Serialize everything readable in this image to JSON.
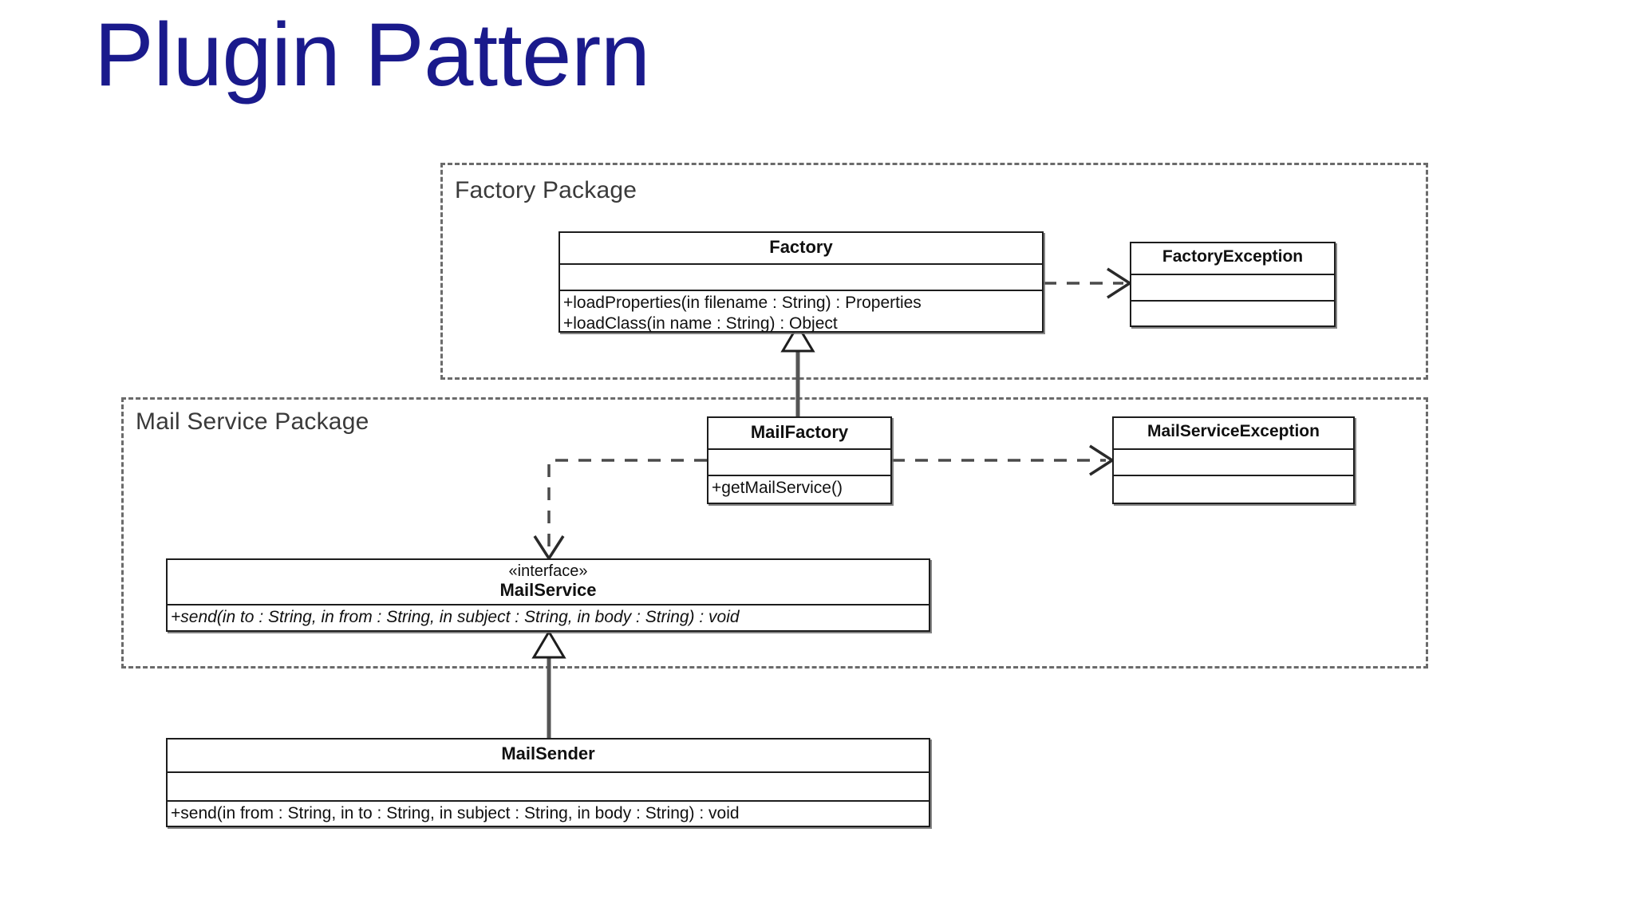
{
  "slide": {
    "title": "Plugin Pattern",
    "title_color": "#1a1a8c",
    "background_color": "#ffffff"
  },
  "diagram": {
    "type": "uml-class-diagram",
    "packages": [
      {
        "id": "factory-package",
        "label": "Factory Package",
        "border_style": "dashed",
        "border_color": "#6b6b6b"
      },
      {
        "id": "mail-service-package",
        "label": "Mail Service Package",
        "border_style": "dashed",
        "border_color": "#6b6b6b"
      }
    ],
    "classes": [
      {
        "id": "factory",
        "name": "Factory",
        "stereotype": "",
        "attributes": [],
        "operations": [
          "+loadProperties(in filename : String) : Properties",
          "+loadClass(in name : String) : Object"
        ],
        "abstract": false,
        "package": "factory-package"
      },
      {
        "id": "factory-exception",
        "name": "FactoryException",
        "stereotype": "",
        "attributes": [],
        "operations": [],
        "abstract": false,
        "package": "factory-package"
      },
      {
        "id": "mail-factory",
        "name": "MailFactory",
        "stereotype": "",
        "attributes": [],
        "operations": [
          "+getMailService()"
        ],
        "abstract": false,
        "package": "mail-service-package"
      },
      {
        "id": "mail-service-exception",
        "name": "MailServiceException",
        "stereotype": "",
        "attributes": [],
        "operations": [],
        "abstract": false,
        "package": "mail-service-package"
      },
      {
        "id": "mail-service",
        "name": "MailService",
        "stereotype": "«interface»",
        "attributes": [],
        "operations": [
          "+send(in to : String, in from : String, in subject : String, in body : String) : void"
        ],
        "abstract": true,
        "package": "mail-service-package"
      },
      {
        "id": "mail-sender",
        "name": "MailSender",
        "stereotype": "",
        "attributes": [],
        "operations": [
          "+send(in from : String, in to : String, in subject : String, in body : String) : void"
        ],
        "abstract": false,
        "package": ""
      }
    ],
    "relationships": [
      {
        "id": "factory-throws-factoryexception",
        "kind": "dependency",
        "line": "dashed",
        "arrowhead": "open",
        "from": "factory",
        "to": "factory-exception"
      },
      {
        "id": "mailfactory-extends-factory",
        "kind": "generalization",
        "line": "solid",
        "arrowhead": "hollow-triangle",
        "from": "mail-factory",
        "to": "factory"
      },
      {
        "id": "mailfactory-throws-mailserviceexception",
        "kind": "dependency",
        "line": "dashed",
        "arrowhead": "open",
        "from": "mail-factory",
        "to": "mail-service-exception"
      },
      {
        "id": "mailfactory-creates-mailservice",
        "kind": "dependency",
        "line": "dashed",
        "arrowhead": "open",
        "from": "mail-factory",
        "to": "mail-service"
      },
      {
        "id": "mailsender-implements-mailservice",
        "kind": "realization",
        "line": "solid",
        "arrowhead": "hollow-triangle",
        "from": "mail-sender",
        "to": "mail-service"
      }
    ]
  }
}
